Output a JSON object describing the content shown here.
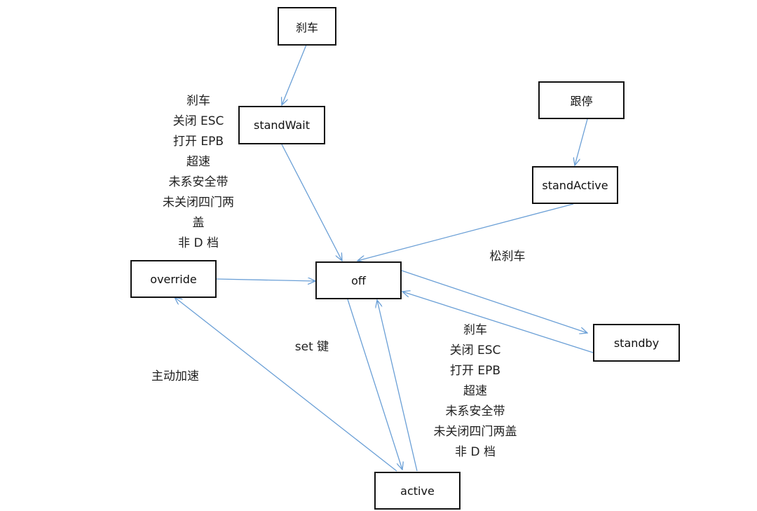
{
  "nodes": {
    "brake": "刹车",
    "stand_wait": "standWait",
    "follow_stop": "跟停",
    "stand_active": "standActive",
    "override": "override",
    "off": "off",
    "standby": "standby",
    "active": "active"
  },
  "labels": {
    "left_conditions": [
      "刹车",
      "关闭 ESC",
      "打开 EPB",
      "超速",
      "未系安全带",
      "未关闭四门两",
      "盖",
      "非 D 档"
    ],
    "right_conditions": [
      "刹车",
      "关闭 ESC",
      "打开 EPB",
      "超速",
      "未系安全带",
      "未关闭四门两盖",
      "非 D 档"
    ],
    "release_brake": "松刹车",
    "set_key": "set 键",
    "active_accel": "主动加速"
  },
  "colors": {
    "arrow": "#6a9fd6",
    "border": "#111111"
  }
}
